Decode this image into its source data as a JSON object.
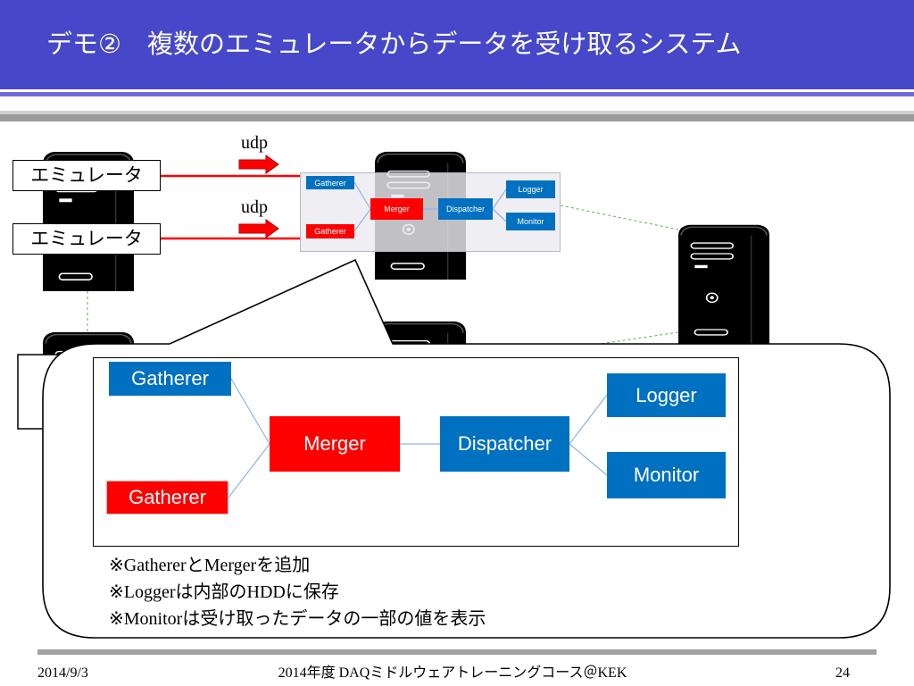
{
  "header": {
    "title": "デモ②　複数のエミュレータからデータを受け取るシステム"
  },
  "colors": {
    "header_bg": "#4747c9",
    "header_stripe": "#6c6cd8",
    "link_line": "#8db3e2",
    "network_dashed_line": "#55b055",
    "udp_line": "#ff0000"
  },
  "icons": {
    "server": "server-tower-icon",
    "udp_arrow": "right-arrow-icon"
  },
  "network": {
    "emulators": [
      {
        "label": "エミュレータ"
      },
      {
        "label": "エミュレータ"
      }
    ],
    "links": [
      {
        "protocol": "udp"
      },
      {
        "protocol": "udp"
      }
    ],
    "mini_diagram": {
      "gatherer_top": {
        "label": "Gatherer",
        "color": "#0070c0"
      },
      "gatherer_bottom": {
        "label": "Gatherer",
        "color": "#ff0000"
      },
      "merger": {
        "label": "Merger",
        "color": "#ff0000"
      },
      "dispatcher": {
        "label": "Dispatcher",
        "color": "#0070c0"
      },
      "logger": {
        "label": "Logger",
        "color": "#0070c0"
      },
      "monitor": {
        "label": "Monitor",
        "color": "#0070c0"
      }
    }
  },
  "callout": {
    "diagram": {
      "gatherer_top": {
        "label": "Gatherer",
        "color": "#0070c0"
      },
      "gatherer_bottom": {
        "label": "Gatherer",
        "color": "#ff0000"
      },
      "merger": {
        "label": "Merger",
        "color": "#ff0000"
      },
      "dispatcher": {
        "label": "Dispatcher",
        "color": "#0070c0"
      },
      "logger": {
        "label": "Logger",
        "color": "#0070c0"
      },
      "monitor": {
        "label": "Monitor",
        "color": "#0070c0"
      }
    },
    "notes": [
      "※GathererとMergerを追加",
      "※Loggerは内部のHDDに保存",
      "※Monitorは受け取ったデータの一部の値を表示"
    ]
  },
  "footer": {
    "date": "2014/9/3",
    "event": "2014年度 DAQミドルウェアトレーニングコース＠KEK",
    "page_number": "24"
  }
}
